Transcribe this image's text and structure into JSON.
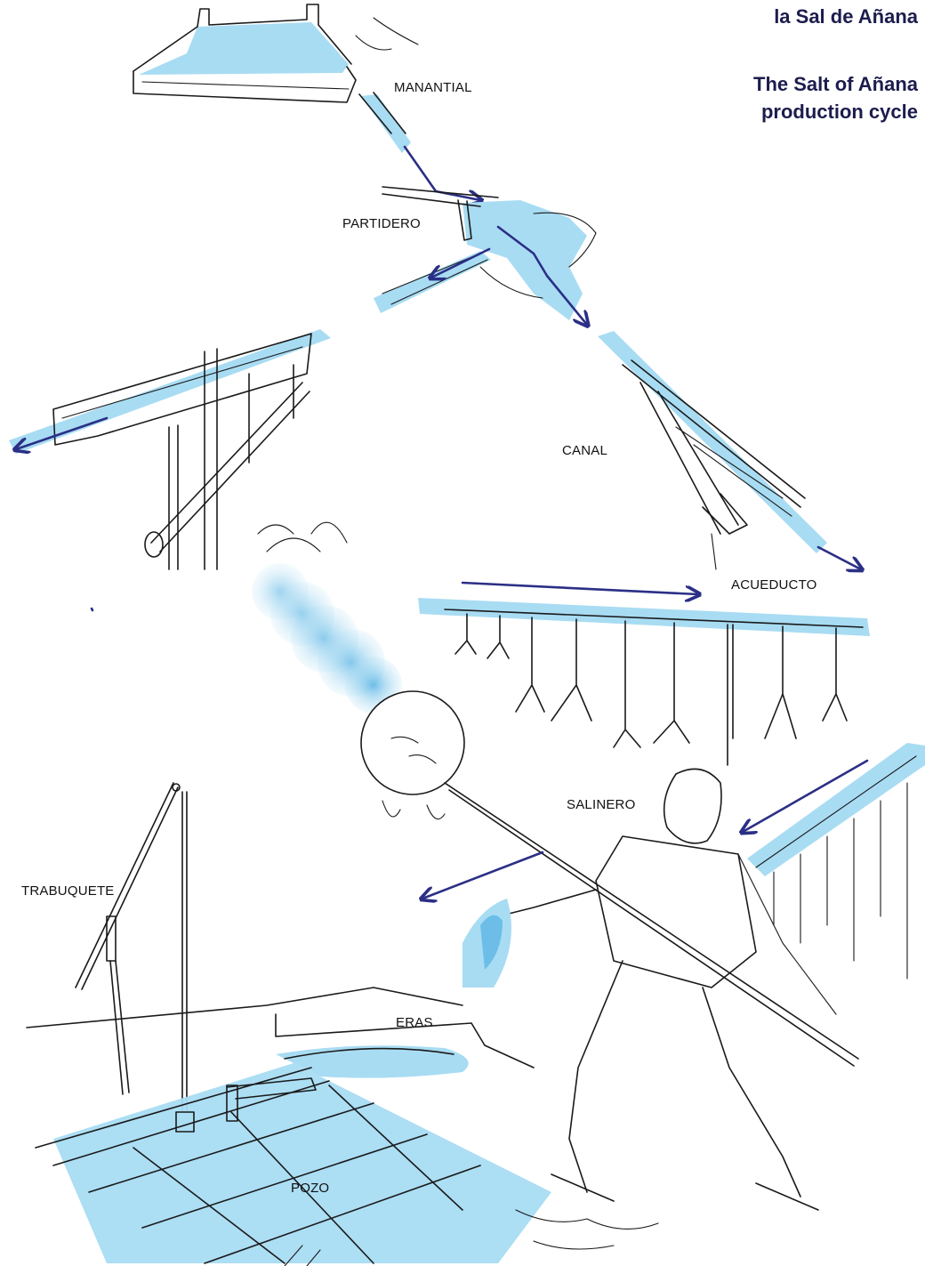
{
  "title": {
    "spanish": "la Sal de Añana",
    "english_line1": "The Salt of Añana",
    "english_line2": "production cycle"
  },
  "stages": {
    "manantial": "MANANTIAL",
    "partidero": "PARTIDERO",
    "canal": "CANAL",
    "acueducto": "ACUEDUCTO",
    "salinero": "SALINERO",
    "trabuquete": "TRABUQUETE",
    "eras": "ERAS",
    "pozo": "POZO"
  },
  "colors": {
    "water": "#a8dcf3",
    "water_deep": "#3aa6df",
    "flow_arrow": "#2b2f86",
    "ink": "#1a1a1a",
    "title": "#1c1c4e"
  }
}
